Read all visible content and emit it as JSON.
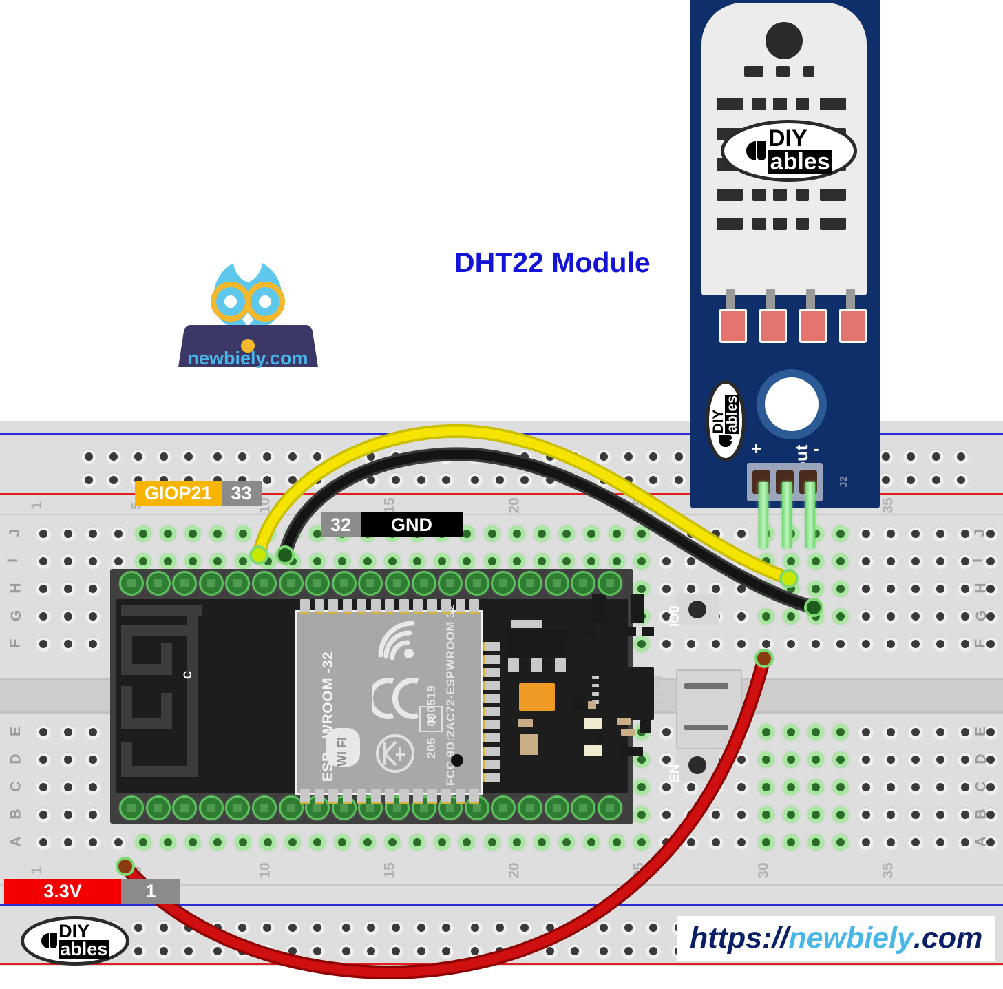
{
  "title": "DHT22 Module",
  "brand": {
    "site_logo_text": "newbiely.com",
    "url_scheme": "https://",
    "url_name": "newbiely",
    "url_tld": ".com",
    "logo_diy": "DIY",
    "logo_ables": "ables"
  },
  "labels": [
    {
      "id": "giop21",
      "pin": "33",
      "name": "GIOP21",
      "color": "#f7b500",
      "style": "yellow"
    },
    {
      "id": "gnd",
      "pin": "32",
      "name": "GND",
      "color": "#000000",
      "style": "black"
    },
    {
      "id": "v33",
      "pin": "1",
      "name": "3.3V",
      "color": "#f50000",
      "style": "red"
    }
  ],
  "esp32": {
    "module_name": "ESP - WROOM -32",
    "module_code": "205 - 000519",
    "module_fcc": "FCC 9D:2AC72-ESPWROOM 32",
    "wifi_text": "WI FI",
    "r_mark": "R",
    "antenna_mark": "C",
    "button_io0": "IO0",
    "button_en": "EN"
  },
  "dht22": {
    "pin_plus": "+",
    "pin_out": "out",
    "pin_minus": "-",
    "board_code": "J2"
  },
  "breadboard": {
    "row_letters_top": [
      "J",
      "I",
      "H",
      "G",
      "F"
    ],
    "row_letters_bottom": [
      "E",
      "D",
      "C",
      "B",
      "A"
    ],
    "column_numbers_top": [
      "1",
      "5",
      "10",
      "20",
      "35"
    ],
    "column_numbers_bottom": [
      "5",
      "10",
      "15",
      "20",
      "30",
      "35"
    ]
  },
  "wires": [
    {
      "id": "signal-wire",
      "color": "#f5e400",
      "from": "GIOP21 / pin 33",
      "to": "DHT22 out"
    },
    {
      "id": "ground-wire",
      "color": "#1a1a1a",
      "from": "GND / pin 32",
      "to": "DHT22 -"
    },
    {
      "id": "power-wire",
      "color": "#c40000",
      "from": "3.3V / pin 1",
      "to": "DHT22 +"
    }
  ],
  "colors": {
    "accent_blue": "#1414d6",
    "pcb_blue": "#0f2f6b",
    "rail_red": "#e02020",
    "rail_blue": "#2b2bd8",
    "pin_green": "#2d6b2a"
  }
}
